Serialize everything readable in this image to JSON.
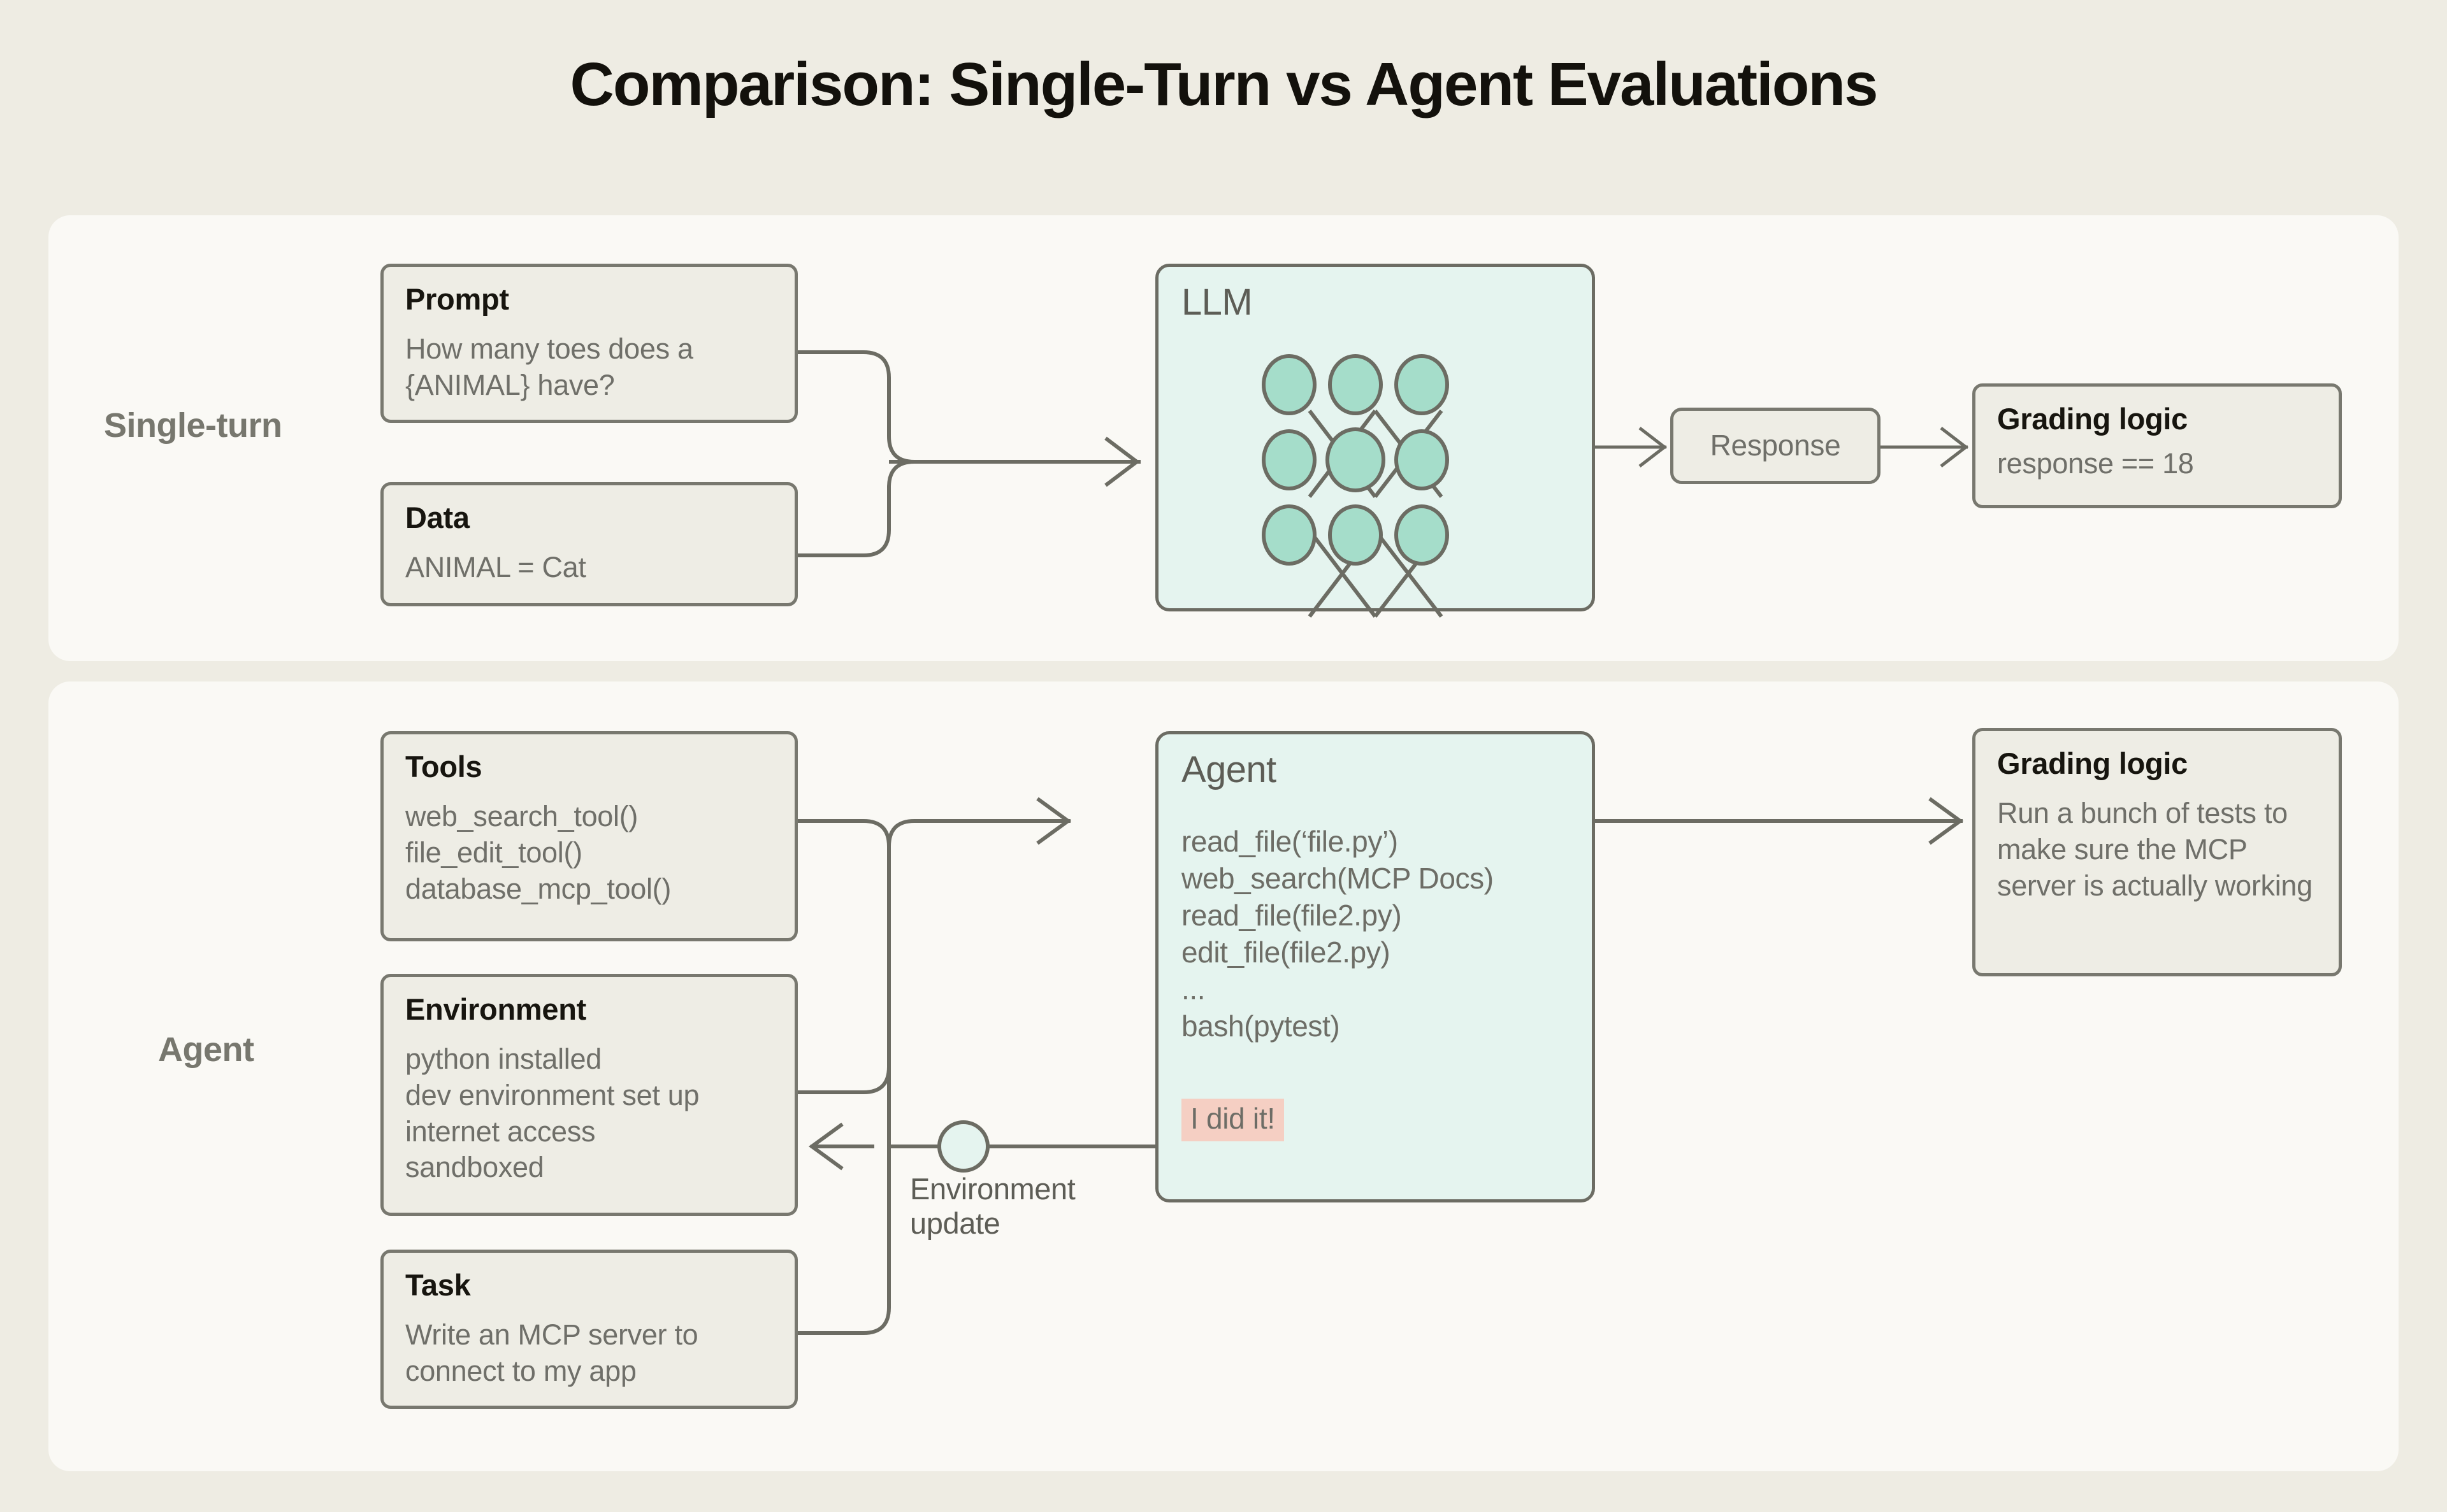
{
  "title": "Comparison: Single-Turn vs Agent Evaluations",
  "colors": {
    "page_bg": "#eeece3",
    "panel_bg": "#faf9f5",
    "card_bg": "#eeede5",
    "teal_bg": "#e5f4ef",
    "node_fill": "#a5ddca",
    "badge_bg": "#f5cfc3",
    "stroke": "#6c6c63",
    "body_text": "#6f6f69",
    "heading_text": "#17150f"
  },
  "rows": {
    "single_turn_label": "Single-turn",
    "agent_label": "Agent"
  },
  "single_turn": {
    "prompt": {
      "title": "Prompt",
      "lines": [
        "How many toes does a",
        "{ANIMAL} have?"
      ]
    },
    "data": {
      "title": "Data",
      "lines": [
        "ANIMAL = Cat"
      ]
    },
    "llm": {
      "heading": "LLM",
      "node_rows": 3,
      "node_cols": 3
    },
    "response": {
      "label": "Response"
    },
    "grading": {
      "title": "Grading logic",
      "lines": [
        "response == 18"
      ]
    }
  },
  "agent": {
    "tools": {
      "title": "Tools",
      "lines": [
        "web_search_tool()",
        "file_edit_tool()",
        "database_mcp_tool()"
      ]
    },
    "environment": {
      "title": "Environment",
      "lines": [
        "python installed",
        "dev environment set up",
        "internet access",
        "sandboxed"
      ]
    },
    "task": {
      "title": "Task",
      "lines": [
        "Write an MCP server to",
        "connect to my app"
      ]
    },
    "agent_box": {
      "heading": "Agent",
      "lines": [
        "read_file(‘file.py’)",
        "web_search(MCP Docs)",
        "read_file(file2.py)",
        "edit_file(file2.py)",
        "...",
        "bash(pytest)"
      ],
      "badge": "I did it!"
    },
    "environment_update": {
      "line1": "Environment",
      "line2": "update"
    },
    "grading": {
      "title": "Grading logic",
      "lines": [
        "Run a bunch of tests to make sure the MCP server is actually working"
      ]
    }
  }
}
